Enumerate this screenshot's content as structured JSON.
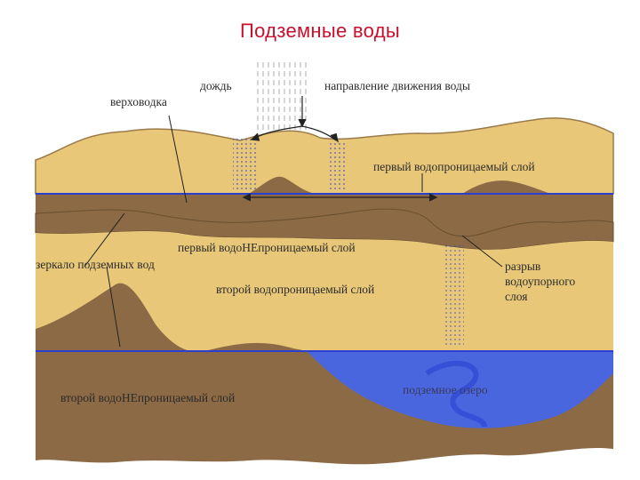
{
  "title": "Подземные воды",
  "labels": {
    "rain": "дождь",
    "flow_direction": "направление движения воды",
    "perched_water": "верховодка",
    "first_permeable": "первый водопроницаемый слой",
    "first_impermeable": "первый водоНЕпроницаемый слой",
    "water_table": "зеркало подземных вод",
    "second_permeable": "второй водопроницаемый слой",
    "aquitard_break_1": "разрыв",
    "aquitard_break_2": "водоупорного",
    "aquitard_break_3": "слоя",
    "second_impermeable": "второй водоНЕпроницаемый слой",
    "underground_lake": "подземное озеро"
  },
  "colors": {
    "title": "#c8102e",
    "sand": "#e8c878",
    "clay": "#8b6a45",
    "water": "#3a56d6",
    "water_line": "#2a3fd0"
  }
}
